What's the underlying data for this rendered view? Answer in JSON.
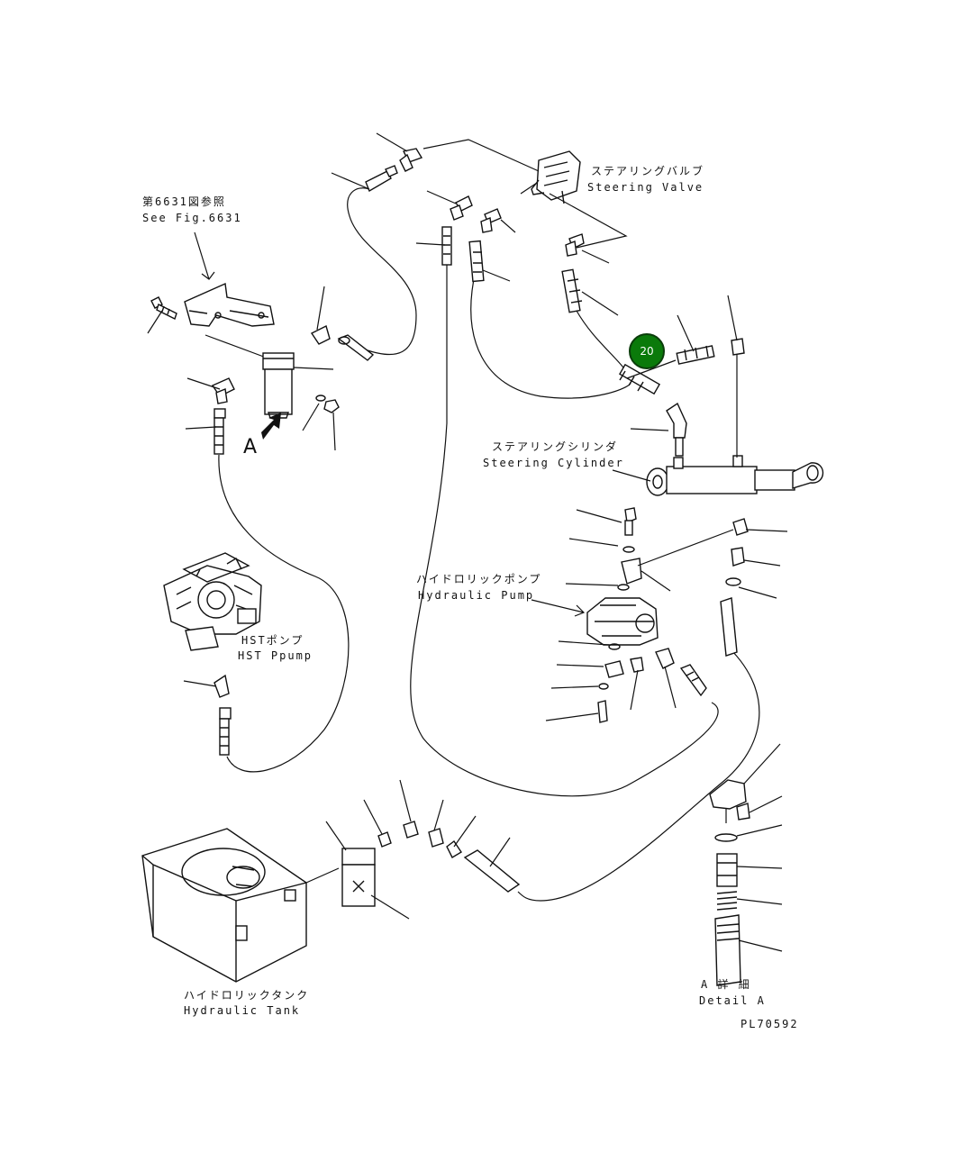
{
  "colors": {
    "badge_fill": "#0a7a0a",
    "badge_ring": "#0a3d0a",
    "ink": "#111111",
    "background": "#ffffff"
  },
  "labels": {
    "steering_valve_jp": "ステアリングバルブ",
    "steering_valve_en": "Steering Valve",
    "see_fig_jp": "第6631図参照",
    "see_fig_en": "See Fig.6631",
    "steering_cylinder_jp": "ステアリングシリンダ",
    "steering_cylinder_en": "Steering Cylinder",
    "hydraulic_pump_jp": "ハイドロリックポンプ",
    "hydraulic_pump_en": "Hydraulic Pump",
    "hst_pump_jp": "HSTポンプ",
    "hst_pump_en": "HST Ppump",
    "hydraulic_tank_jp": "ハイドロリックタンク",
    "hydraulic_tank_en": "Hydraulic Tank",
    "detail_a_jp": "A 詳 細",
    "detail_a_en": "Detail A",
    "view_arrow_letter": "A",
    "drawing_number": "PL70592"
  },
  "callout_badge": {
    "number": "20"
  }
}
